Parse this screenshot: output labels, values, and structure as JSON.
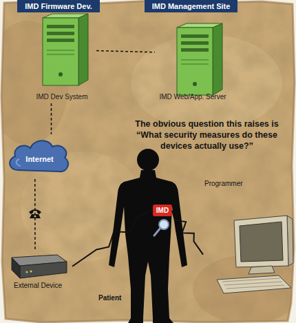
{
  "diagram": {
    "nodes": [
      {
        "text": [
          "IMD Firmware Dev."
        ]
      },
      {
        "text": [
          "IMD Management Site"
        ]
      },
      {
        "text": [
          "IMD Dev System"
        ]
      },
      {
        "text": [
          "IMD Web/App. Server"
        ]
      },
      {
        "text": [
          "Internet"
        ]
      },
      {
        "text": [
          "Patient"
        ]
      },
      {
        "text": [
          "IMD"
        ],
        "in": 5
      },
      {
        "text": [
          "External Device"
        ]
      },
      {
        "text": [
          "Programmer"
        ]
      }
    ],
    "edges": [
      {
        "from": 2,
        "to": 3,
        "arrow": "none"
      },
      {
        "from": 2,
        "to": 4,
        "arrow": "none"
      },
      {
        "from": 4,
        "to": 7,
        "arrow": "none"
      },
      {
        "from": 7,
        "to": 6,
        "arrow": "none"
      },
      {
        "from": 8,
        "to": 6,
        "arrow": "none"
      }
    ],
    "labels": [
      "The obvious question this raises is “What security measures do these devices actually use?”"
    ]
  }
}
